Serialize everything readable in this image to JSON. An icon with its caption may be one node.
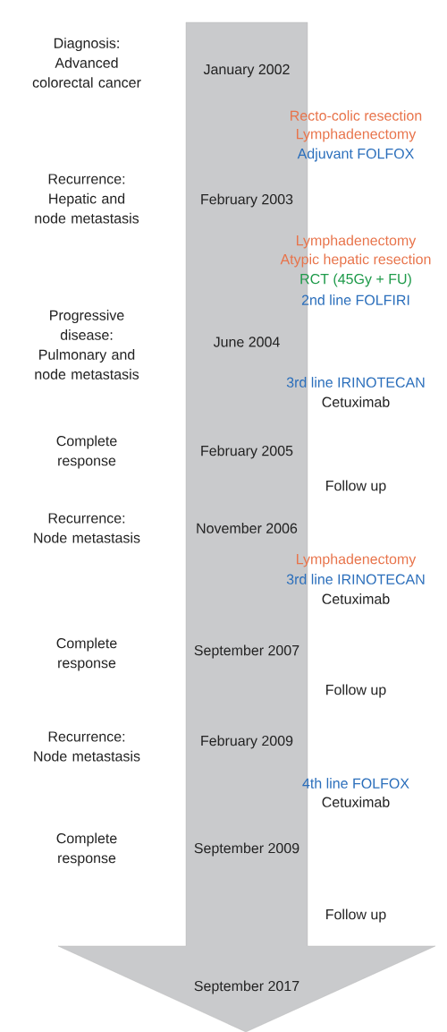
{
  "diagram": {
    "nodes": [
      {
        "text": [
          "January 2002",
          "February 2003",
          "June 2004",
          "February 2005",
          "November 2006",
          "September 2007",
          "February 2009",
          "September 2009",
          "September 2017"
        ]
      }
    ],
    "labels": [
      "Diagnosis: Advanced colorectal cancer",
      "Recto-colic resection",
      "Lymphadenectomy",
      "Adjuvant FOLFOX",
      "Recurrence: Hepatic and node metastasis",
      "Lymphadenectomy",
      "Atypic hepatic resection",
      "RCT (45Gy + FU)",
      "2nd line FOLFIRI",
      "Progressive disease: Pulmonary and node metastasis",
      "3rd line IRINOTECAN",
      "Cetuximab",
      "Complete response",
      "Follow up",
      "Recurrence: Node metastasis",
      "Lymphadenectomy",
      "3rd line IRINOTECAN",
      "Cetuximab",
      "Complete response",
      "Follow up",
      "Recurrence: Node metastasis",
      "4th line FOLFOX",
      "Cetuximab",
      "Complete response",
      "Follow up"
    ]
  }
}
